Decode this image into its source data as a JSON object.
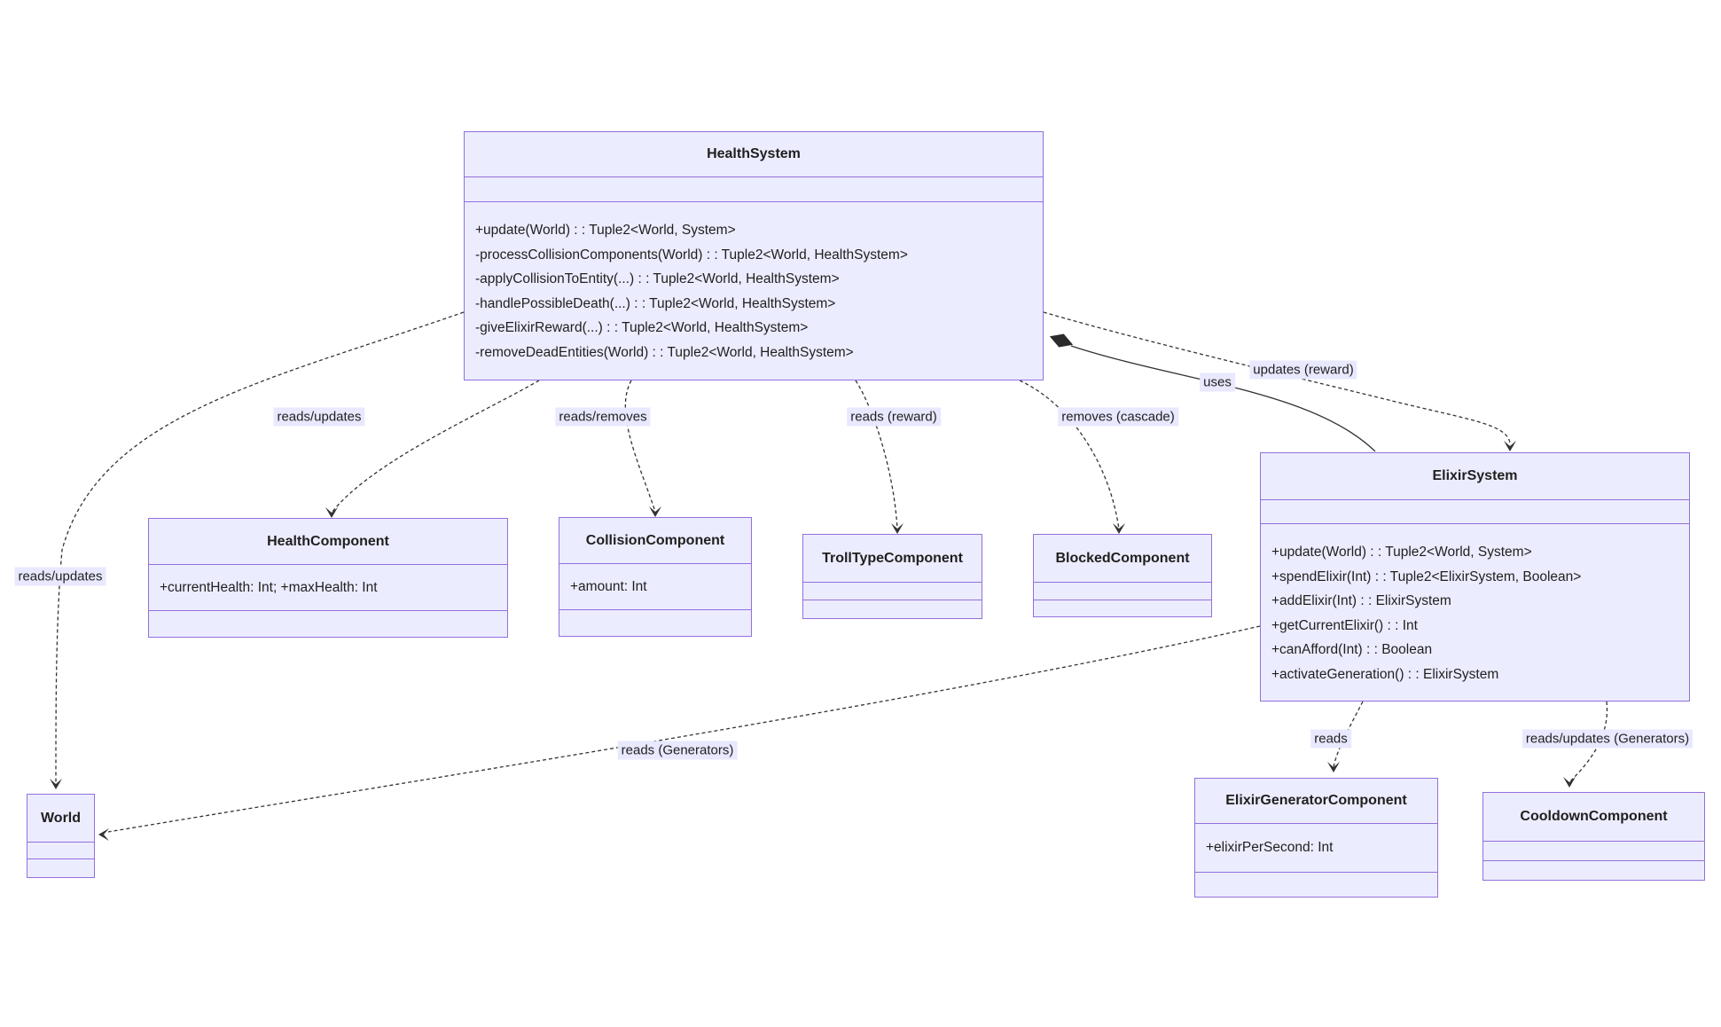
{
  "diagram": {
    "classes": {
      "healthSystem": {
        "title": "HealthSystem",
        "methods": [
          "+update(World) : : Tuple2<World, System>",
          "-processCollisionComponents(World) : : Tuple2<World, HealthSystem>",
          "-applyCollisionToEntity(...) : : Tuple2<World, HealthSystem>",
          "-handlePossibleDeath(...) : : Tuple2<World, HealthSystem>",
          "-giveElixirReward(...) : : Tuple2<World, HealthSystem>",
          "-removeDeadEntities(World) : : Tuple2<World, HealthSystem>"
        ]
      },
      "elixirSystem": {
        "title": "ElixirSystem",
        "methods": [
          "+update(World) : : Tuple2<World, System>",
          "+spendElixir(Int) : : Tuple2<ElixirSystem, Boolean>",
          "+addElixir(Int) : : ElixirSystem",
          "+getCurrentElixir() : : Int",
          "+canAfford(Int) : : Boolean",
          "+activateGeneration() : : ElixirSystem"
        ]
      },
      "healthComponent": {
        "title": "HealthComponent",
        "attributes": [
          "+currentHealth: Int; +maxHealth: Int"
        ]
      },
      "collisionComponent": {
        "title": "CollisionComponent",
        "attributes": [
          "+amount: Int"
        ]
      },
      "trollTypeComponent": {
        "title": "TrollTypeComponent"
      },
      "blockedComponent": {
        "title": "BlockedComponent"
      },
      "world": {
        "title": "World"
      },
      "elixirGeneratorComponent": {
        "title": "ElixirGeneratorComponent",
        "attributes": [
          "+elixirPerSecond: Int"
        ]
      },
      "cooldownComponent": {
        "title": "CooldownComponent"
      }
    },
    "edge_labels": {
      "reads_updates_healthcomponent": "reads/updates",
      "reads_removes": "reads/removes",
      "reads_reward": "reads (reward)",
      "removes_cascade": "removes (cascade)",
      "uses": "uses",
      "updates_reward": "updates (reward)",
      "reads_updates_world": "reads/updates",
      "reads_generators": "reads (Generators)",
      "reads": "reads",
      "reads_updates_generators": "reads/updates (Generators)"
    },
    "colors": {
      "box_fill": "#ECECFF",
      "box_border": "#9370DB",
      "edge": "#333333",
      "label_bg": "#E8E8FF",
      "text": "#1f1f1f"
    }
  }
}
